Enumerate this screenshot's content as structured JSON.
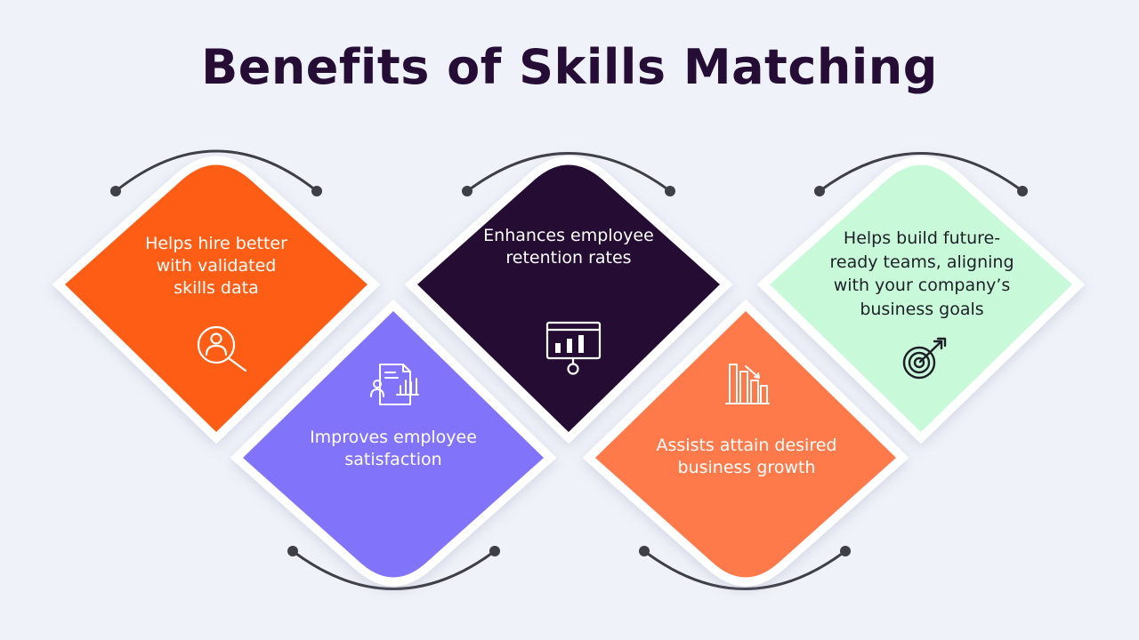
{
  "title": "Benefits of Skills Matching",
  "colors": {
    "background": "#eff2f8",
    "title": "#250d36",
    "connector": "#3f3f48"
  },
  "cards": [
    {
      "id": "hire",
      "text": "Helps hire better with validated skills data",
      "color": "#fd5d14",
      "text_color": "#ffffff",
      "icon": "user-search-icon"
    },
    {
      "id": "satisfaction",
      "text": "Improves employee satisfaction",
      "color": "#8273fb",
      "text_color": "#ffffff",
      "icon": "report-chart-icon"
    },
    {
      "id": "retention",
      "text": "Enhances employee retention rates",
      "color": "#240c33",
      "text_color": "#ffffff",
      "icon": "presentation-chart-icon"
    },
    {
      "id": "growth",
      "text": "Assists attain desired business growth",
      "color": "#fe7a4a",
      "text_color": "#ffffff",
      "icon": "bar-chart-icon"
    },
    {
      "id": "teams",
      "text": "Helps build future-ready teams, aligning with your company’s business goals",
      "color": "#c8fad9",
      "text_color": "#1f1f2a",
      "icon": "target-icon"
    }
  ]
}
